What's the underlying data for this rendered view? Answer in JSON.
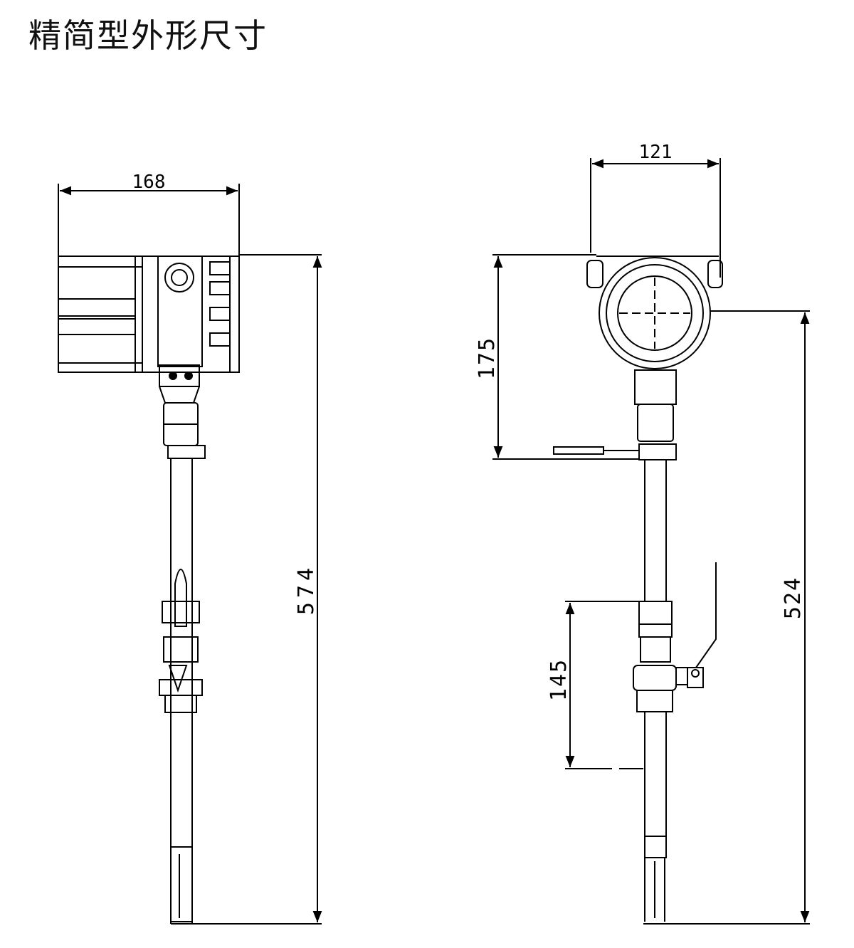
{
  "title": "精简型外形尺寸",
  "dimensions": {
    "side_view": {
      "width": "168",
      "total_height": "574"
    },
    "front_view": {
      "width": "121",
      "head_height": "175",
      "valve_length": "145",
      "probe_length": "524"
    }
  },
  "colors": {
    "line": "#000000",
    "background": "#ffffff"
  }
}
